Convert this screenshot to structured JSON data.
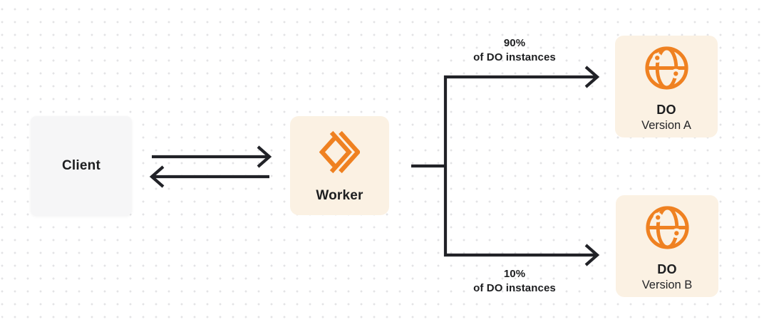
{
  "colors": {
    "orange": "#EF8121",
    "cream": "#FBF1E3",
    "client-bg": "#F6F6F7",
    "line": "#212227",
    "text": "#1D1E20",
    "dot": "#E3E3E5",
    "canvas": "#FFFFFF"
  },
  "diagram": {
    "client": {
      "label": "Client"
    },
    "worker": {
      "label": "Worker",
      "icon": "workers-chevrons-icon"
    },
    "branch_top": {
      "percent": "90%",
      "caption": "of DO instances"
    },
    "branch_bottom": {
      "percent": "10%",
      "caption": "of DO instances"
    },
    "do_version_a": {
      "title": "DO",
      "subtitle": "Version A",
      "icon": "globe-icon"
    },
    "do_version_b": {
      "title": "DO",
      "subtitle": "Version B",
      "icon": "globe-icon"
    }
  }
}
